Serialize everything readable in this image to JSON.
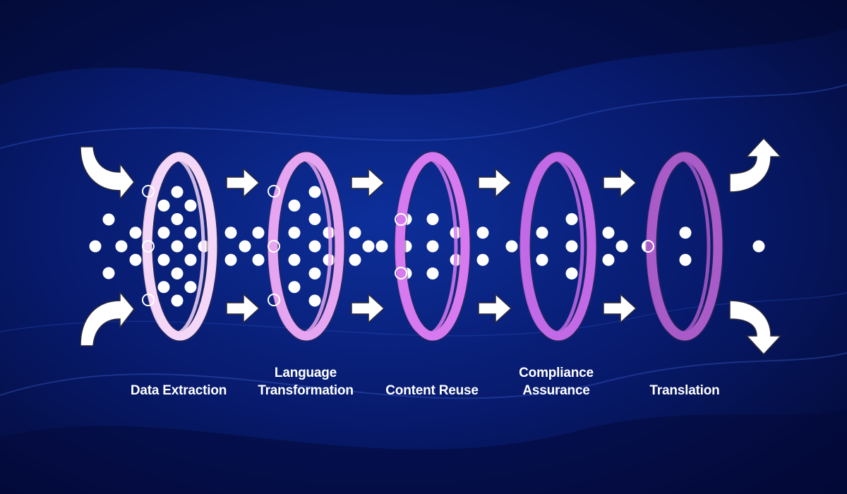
{
  "colors": {
    "background_dark": "#030b36",
    "background_mid": "#0b2a8c",
    "dot": "#ffffff",
    "arrow": "#ffffff",
    "ring_1": "#f4d6f6",
    "ring_2": "#e6a5f0",
    "ring_3": "#d77af0",
    "ring_4": "#c26ae6",
    "ring_5": "#a95bc8"
  },
  "stages": [
    {
      "label_lines": [
        "Data Extraction"
      ],
      "ring_color": "#f4d6f6",
      "dots_in": 19,
      "dots_out": 15
    },
    {
      "label_lines": [
        "Language",
        "Transformation"
      ],
      "ring_color": "#e6a5f0",
      "dots_in": 15,
      "dots_out": 9
    },
    {
      "label_lines": [
        "Content Reuse"
      ],
      "ring_color": "#d77af0",
      "dots_in": 9,
      "dots_out": 5
    },
    {
      "label_lines": [
        "Compliance",
        "Assurance"
      ],
      "ring_color": "#c26ae6",
      "dots_in": 5,
      "dots_out": 3
    },
    {
      "label_lines": [
        "Translation"
      ],
      "ring_color": "#a95bc8",
      "dots_in": 3,
      "dots_out": 1
    }
  ],
  "icons": {
    "incoming": "curved-arrow-in-icon",
    "flow": "right-arrow-icon",
    "outgoing": "curved-arrow-out-icon"
  }
}
